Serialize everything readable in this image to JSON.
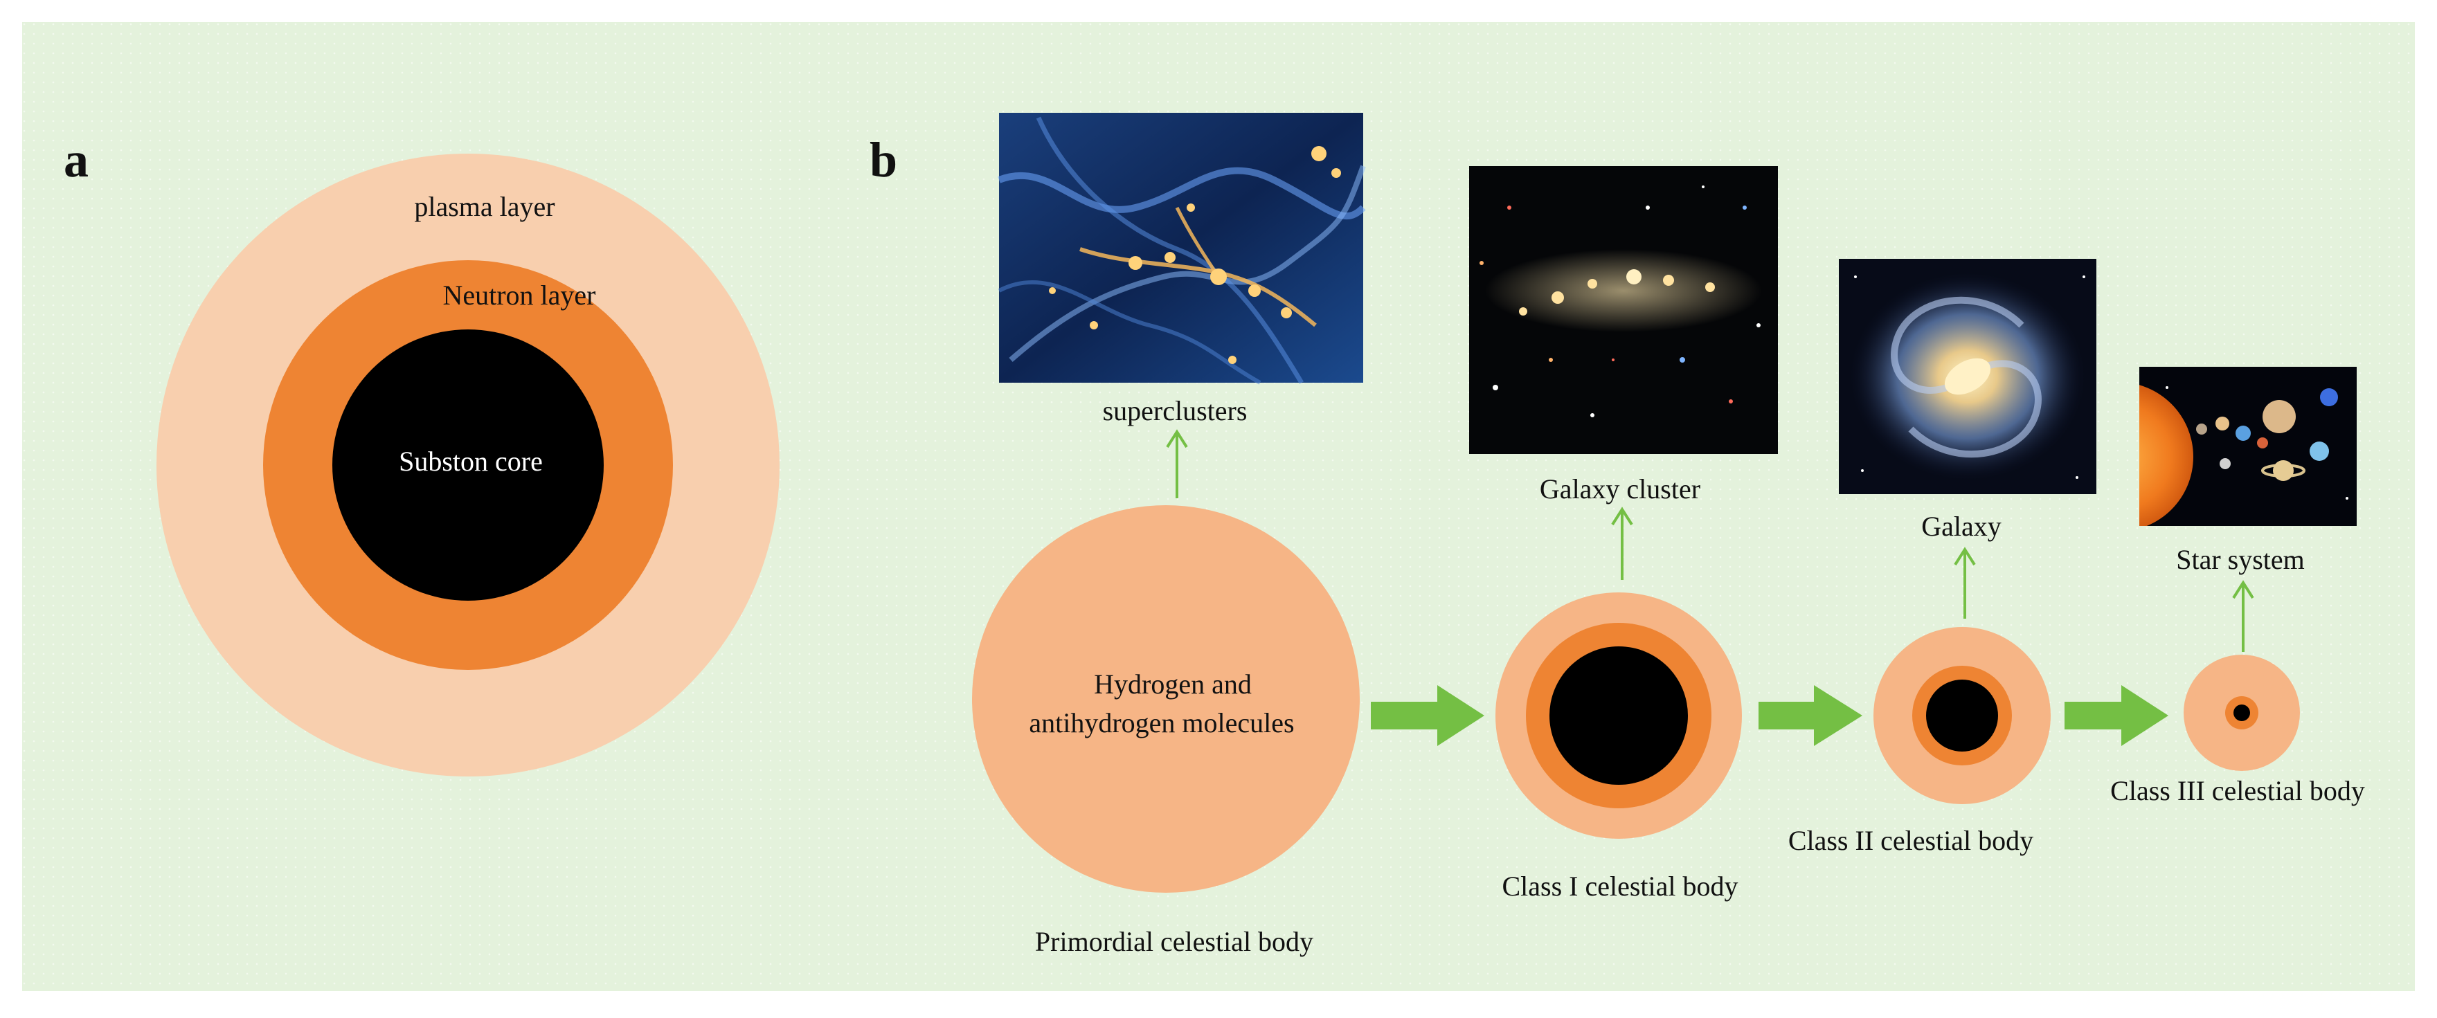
{
  "colors": {
    "background": "#e4f2dc",
    "plasma": "#f8cfae",
    "neutron": "#ee8433",
    "core": "#000000",
    "primordial": "#f6b586",
    "arrow": "#74bf44",
    "core_text": "#ffffff"
  },
  "panel_a": {
    "letter": "a",
    "plasma_label": "plasma layer",
    "neutron_label": "Neutron layer",
    "core_label": "Subston core"
  },
  "panel_b": {
    "letter": "b",
    "stages": [
      {
        "label": "Primordial celestial body",
        "inner_line1": "Hydrogen  and",
        "inner_line2": "antihydrogen molecules",
        "structure": "superclusters",
        "image_icon": "supercluster-web-image"
      },
      {
        "label": "Class I celestial body",
        "structure": "Galaxy cluster",
        "image_icon": "galaxy-cluster-image"
      },
      {
        "label": "Class II celestial body",
        "structure": "Galaxy",
        "image_icon": "spiral-galaxy-image"
      },
      {
        "label": "Class III celestial body",
        "structure": "Star system",
        "image_icon": "solar-system-image"
      }
    ]
  }
}
